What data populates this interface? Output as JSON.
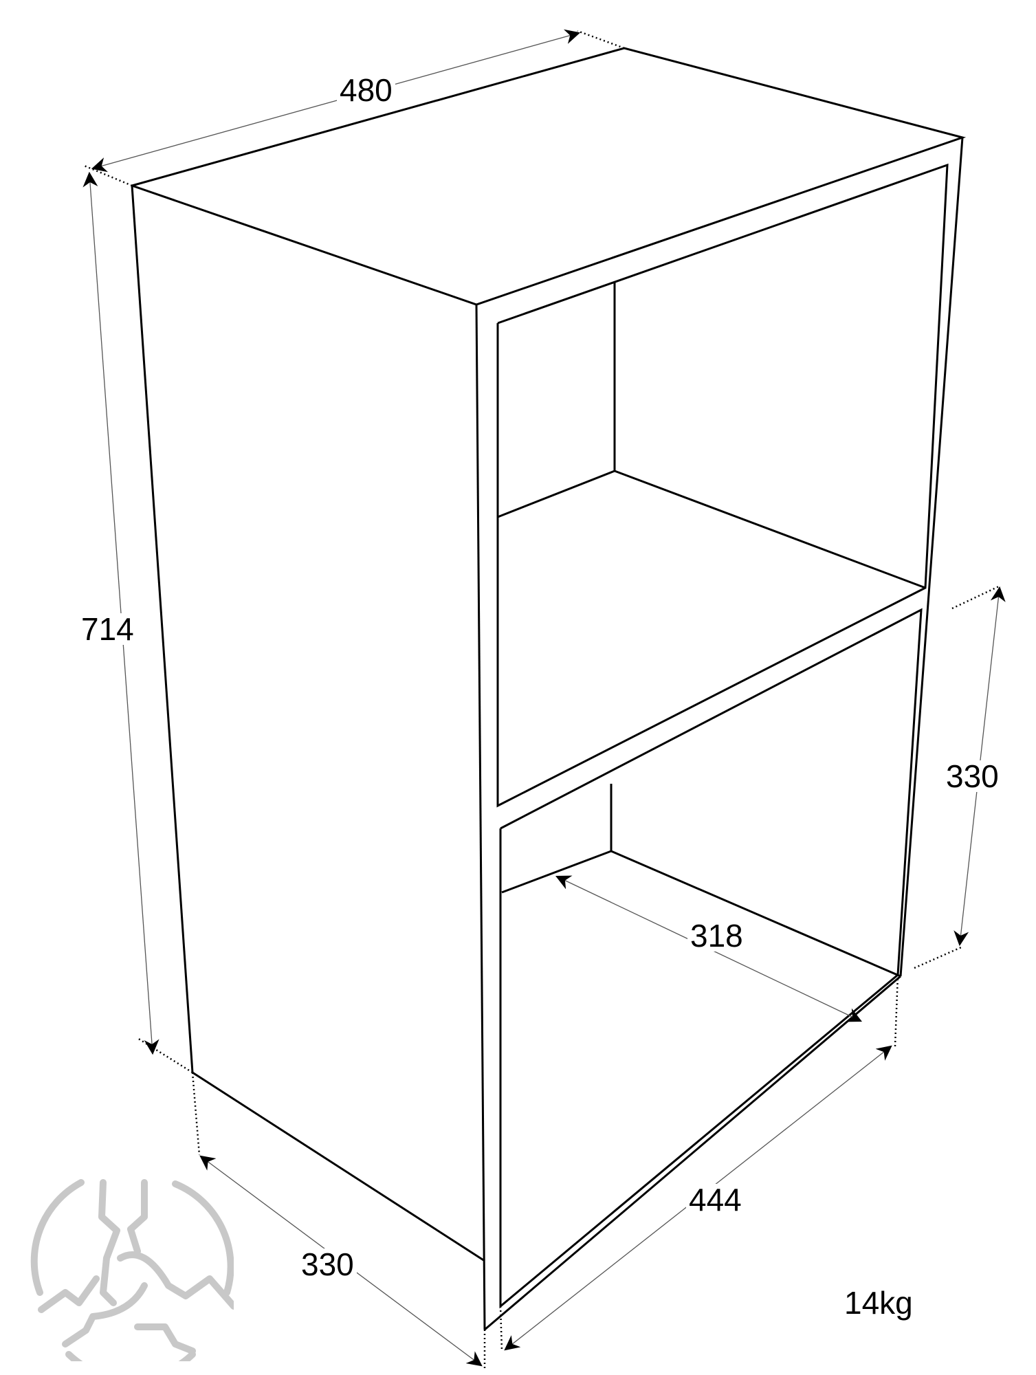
{
  "diagram": {
    "type": "isometric cabinet dimension drawing",
    "units": "mm",
    "dimensions": {
      "width_top": "480",
      "height": "714",
      "depth": "330",
      "inner_width": "444",
      "inner_depth": "318",
      "compartment_height": "330"
    },
    "weight": "14kg",
    "colors": {
      "line": "#000000",
      "background": "#ffffff",
      "logo": "#c8c8c8"
    },
    "logo": "triskelion-logo"
  }
}
